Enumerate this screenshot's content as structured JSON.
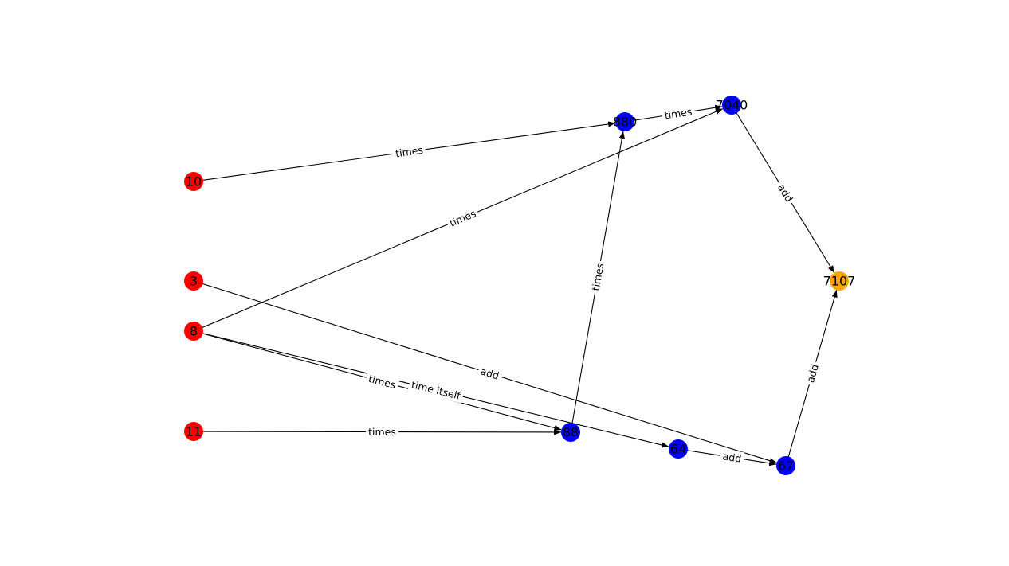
{
  "graph": {
    "colors": {
      "input": "#ff0000",
      "intermediate": "#0000ff",
      "output": "#ffa500",
      "edge": "#000000"
    },
    "nodes": [
      {
        "id": "10",
        "label": "10",
        "kind": "input"
      },
      {
        "id": "3",
        "label": "3",
        "kind": "input"
      },
      {
        "id": "8",
        "label": "8",
        "kind": "input"
      },
      {
        "id": "11",
        "label": "11",
        "kind": "input"
      },
      {
        "id": "880",
        "label": "880",
        "kind": "intermediate"
      },
      {
        "id": "7040",
        "label": "7040",
        "kind": "intermediate"
      },
      {
        "id": "88",
        "label": "88",
        "kind": "intermediate"
      },
      {
        "id": "64",
        "label": "64",
        "kind": "intermediate"
      },
      {
        "id": "67",
        "label": "67",
        "kind": "intermediate"
      },
      {
        "id": "7107",
        "label": "7107",
        "kind": "output"
      }
    ],
    "edges": [
      {
        "from": "10",
        "to": "880",
        "label": "times"
      },
      {
        "from": "8",
        "to": "7040",
        "label": "times"
      },
      {
        "from": "880",
        "to": "7040",
        "label": "times"
      },
      {
        "from": "7040",
        "to": "7107",
        "label": "add"
      },
      {
        "from": "88",
        "to": "880",
        "label": "times"
      },
      {
        "from": "11",
        "to": "88",
        "label": "times"
      },
      {
        "from": "8",
        "to": "88",
        "label": "times"
      },
      {
        "from": "8",
        "to": "64",
        "label": "time itself"
      },
      {
        "from": "3",
        "to": "67",
        "label": "add"
      },
      {
        "from": "64",
        "to": "67",
        "label": "add"
      },
      {
        "from": "67",
        "to": "7107",
        "label": "add"
      }
    ]
  }
}
